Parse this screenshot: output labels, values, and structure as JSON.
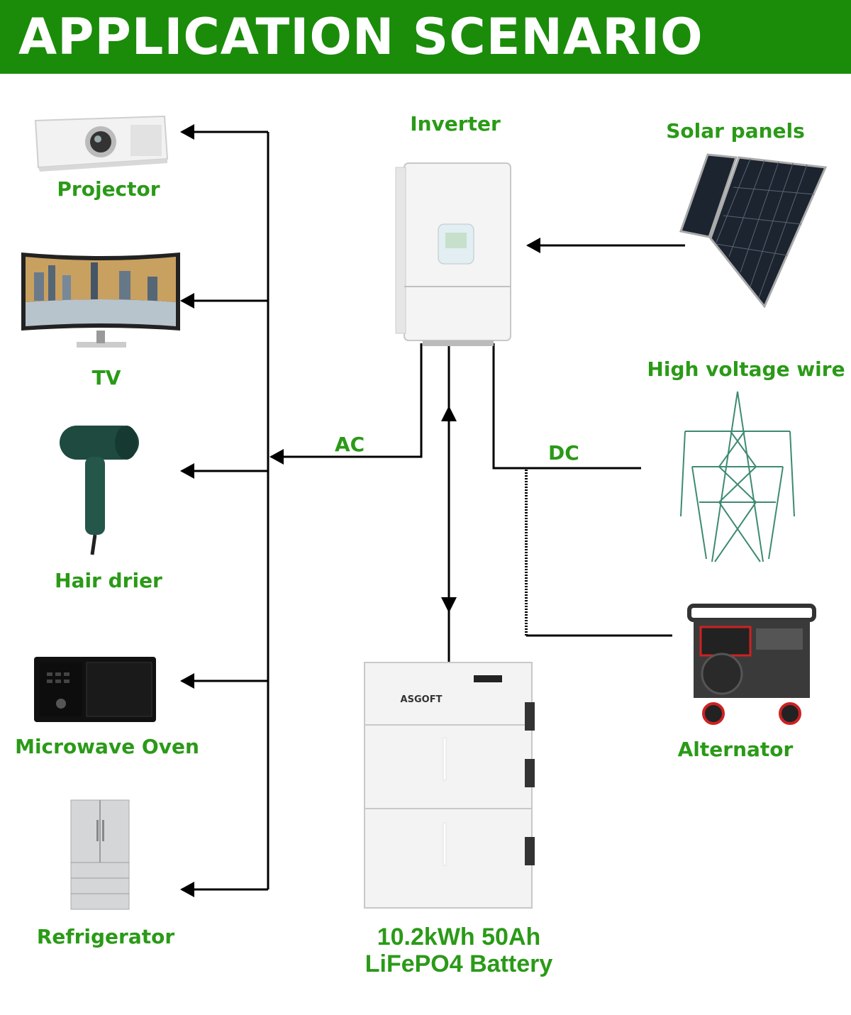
{
  "header": {
    "title": "APPLICATION SCENARIO",
    "bg_color": "#1a8c0a"
  },
  "appliances": {
    "projector": "Projector",
    "tv": "TV",
    "hair_drier": "Hair drier",
    "microwave": "Microwave Oven",
    "refrigerator": "Refrigerator"
  },
  "inverter": {
    "label": "Inverter"
  },
  "sources": {
    "solar": "Solar panels",
    "grid": "High voltage wire",
    "alternator": "Alternator"
  },
  "flows": {
    "ac": "AC",
    "dc": "DC"
  },
  "battery": {
    "line1": "10.2kWh 50Ah",
    "line2": "LiFePO4 Battery",
    "brand": "ASGOFT"
  },
  "colors": {
    "label_green": "#2a9a17",
    "line": "#000000"
  },
  "icons": [
    "projector-icon",
    "tv-icon",
    "hair-drier-icon",
    "microwave-icon",
    "refrigerator-icon",
    "inverter-icon",
    "solar-panel-icon",
    "power-tower-icon",
    "generator-icon",
    "battery-icon"
  ]
}
